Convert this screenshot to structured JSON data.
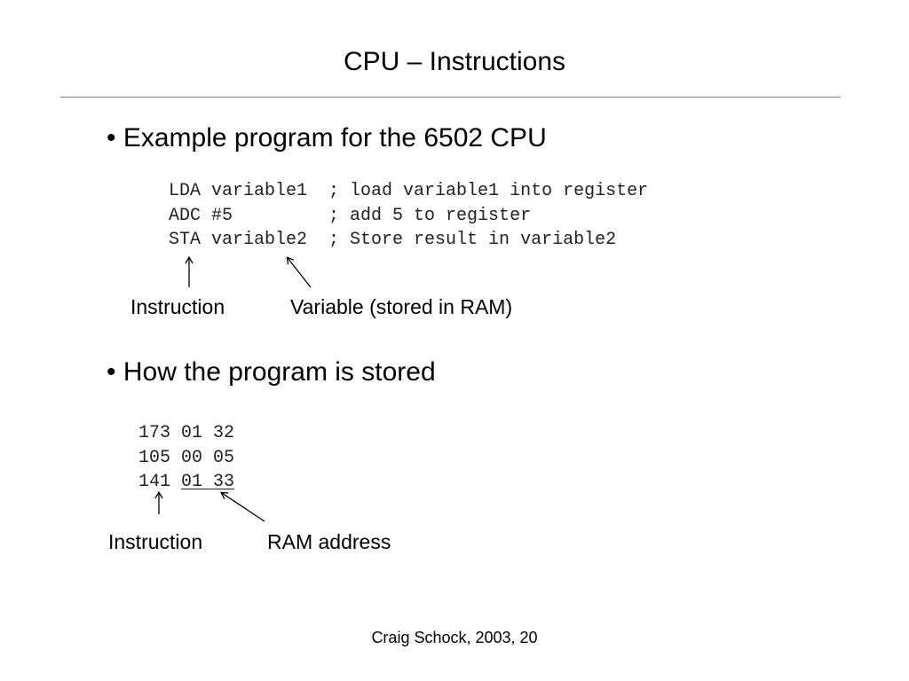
{
  "slide": {
    "title": "CPU – Instructions",
    "bullet_1": "• Example program for the 6502 CPU",
    "program_lines": [
      "LDA variable1  ; load variable1 into register",
      "ADC #5         ; add 5 to register",
      "STA variable2  ; Store result in variable2"
    ],
    "caption_instruction_1": "Instruction",
    "caption_variable": "Variable (stored in RAM)",
    "bullet_2": "• How the program is stored",
    "stored_lines": [
      "173 01 32",
      "105 00 05"
    ],
    "stored_last_opcode": "141 ",
    "stored_last_address": "01 33",
    "caption_instruction_2": "Instruction",
    "caption_ram_address": "RAM address",
    "footer": "Craig Schock, 2003, 20"
  }
}
